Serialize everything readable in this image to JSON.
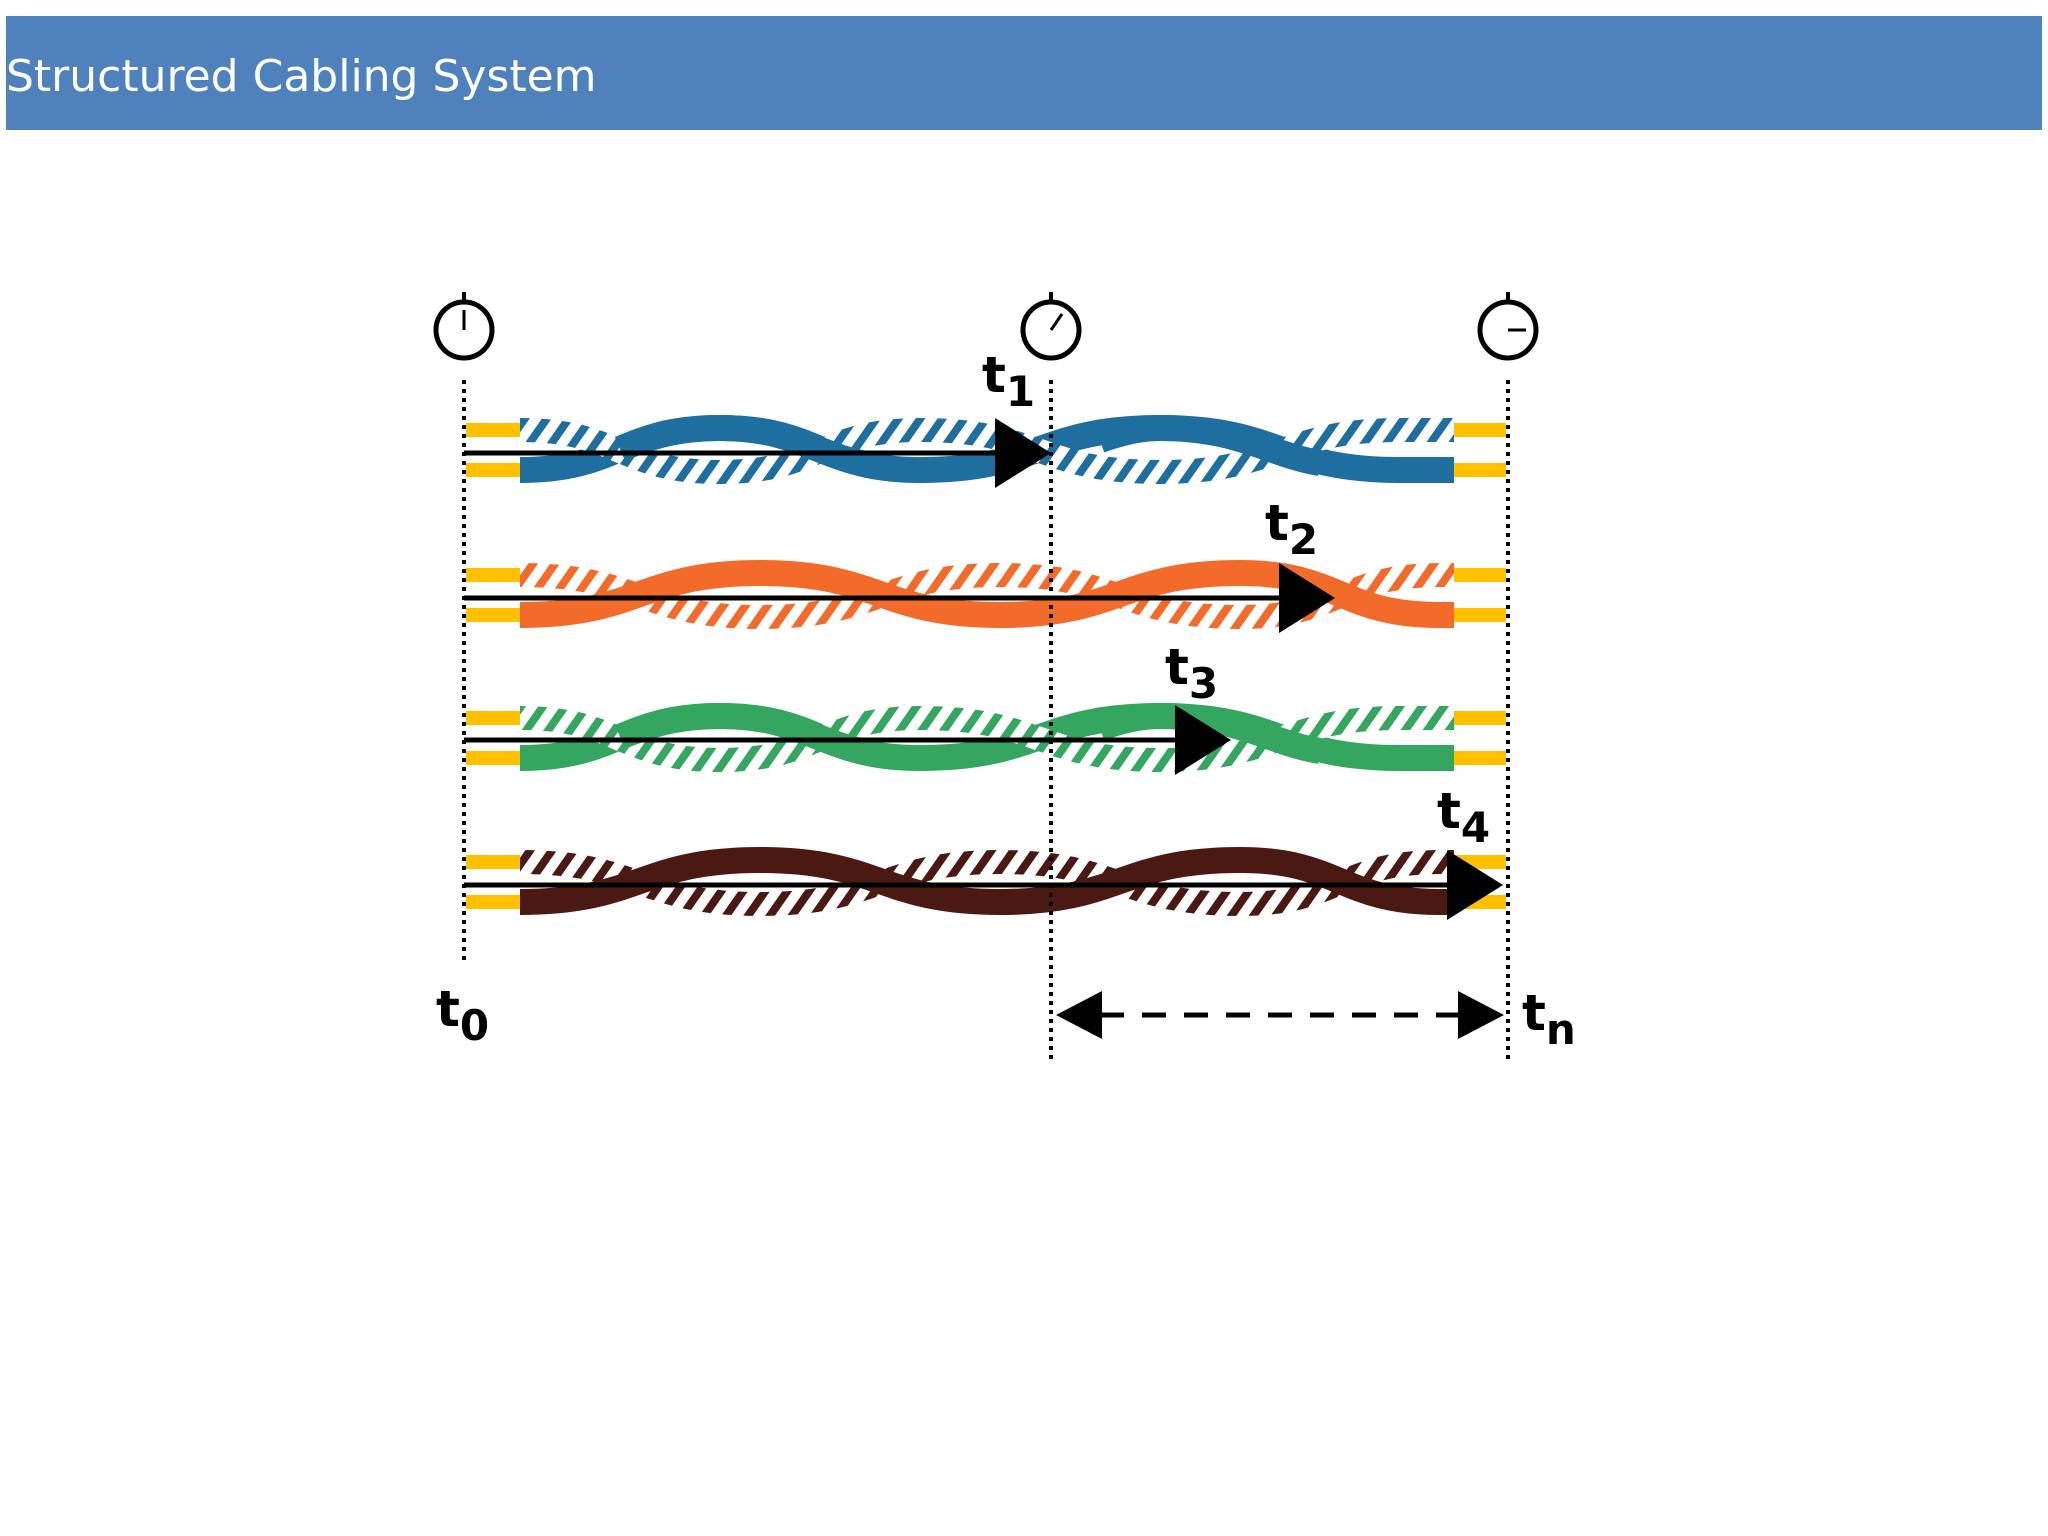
{
  "title": "Structured Cabling System",
  "colors": {
    "title_bar": "#4f81bd",
    "pair_1": "#1e6fa0",
    "pair_2": "#f26b2b",
    "pair_3": "#35a660",
    "pair_4": "#4a1a12",
    "connector": "#ffc000"
  },
  "labels": {
    "t0": "0",
    "t1": "1",
    "t2": "2",
    "t3": "3",
    "t4": "4",
    "tn": "n",
    "t_base": "t"
  },
  "icons": {
    "timer": "stopwatch-icon"
  }
}
